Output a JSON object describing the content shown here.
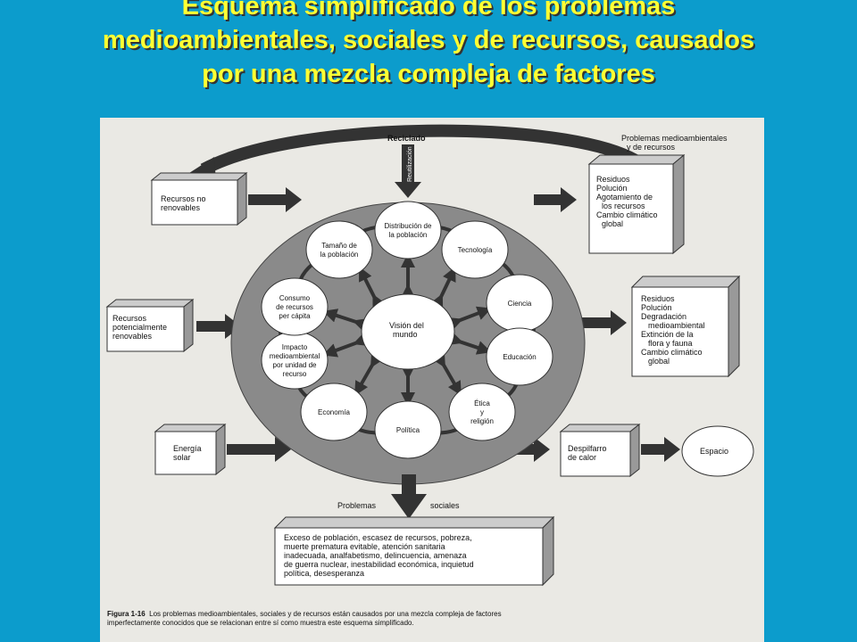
{
  "title": {
    "line1": "Esquema simplificado de los problemas",
    "line2": "medioambientales, sociales y de recursos, causados",
    "line3": "por una mezcla compleja de factores"
  },
  "diagram": {
    "reciclado": "Reciclado",
    "reutilizacion": "Reutilización",
    "problems_env_header": [
      "Problemas medioambientales",
      "y de recursos"
    ],
    "box_recursos_no_renovables": [
      "Recursos no",
      "renovables"
    ],
    "box_recursos_potencialmente": [
      "Recursos",
      "potencialmente",
      "renovables"
    ],
    "box_energia_solar": [
      "Energía",
      "solar"
    ],
    "box_out_top": [
      "Residuos",
      "Polución",
      "Agotamiento de",
      "los recursos",
      "Cambio climático",
      "global"
    ],
    "box_out_mid": [
      "Residuos",
      "Polución",
      "Degradación",
      "medioambiental",
      "Extinción de la",
      "flora y fauna",
      "Cambio climático",
      "global"
    ],
    "box_despilfarro": [
      "Despilfarro",
      "de calor"
    ],
    "espacio": "Espacio",
    "center": [
      "Visión del",
      "mundo"
    ],
    "circles": [
      {
        "key": "distribucion",
        "lines": [
          "Distribución de",
          "la población"
        ]
      },
      {
        "key": "tecnologia",
        "lines": [
          "Tecnología"
        ]
      },
      {
        "key": "ciencia",
        "lines": [
          "Ciencia"
        ]
      },
      {
        "key": "educacion",
        "lines": [
          "Educación"
        ]
      },
      {
        "key": "etica",
        "lines": [
          "Ética",
          "y",
          "religión"
        ]
      },
      {
        "key": "politica",
        "lines": [
          "Política"
        ]
      },
      {
        "key": "economia",
        "lines": [
          "Economía"
        ]
      },
      {
        "key": "impacto",
        "lines": [
          "Impacto",
          "medioambiental",
          "por unidad de",
          "recurso"
        ]
      },
      {
        "key": "consumo",
        "lines": [
          "Consumo",
          "de recursos",
          "per cápita"
        ]
      },
      {
        "key": "tamano",
        "lines": [
          "Tamaño de",
          "la población"
        ]
      }
    ],
    "problemas": "Problemas",
    "sociales": "sociales",
    "social_box": [
      "Exceso de población, escasez de recursos, pobreza,",
      "muerte prematura evitable, atención sanitaria",
      "inadecuada, analfabetismo, delincuencia, amenaza",
      "de guerra nuclear, inestabilidad económica, inquietud",
      "política, desesperanza"
    ],
    "caption_label": "Figura 1-16",
    "caption_line1": "Los problemas medioambientales, sociales y de recursos están causados por una mezcla compleja de factores",
    "caption_line2": "imperfectamente conocidos que se relacionan entre sí como muestra este esquema simplificado."
  },
  "colors": {
    "background": "#0c9ccc",
    "title": "#ffff33",
    "figure_bg": "#eae9e4",
    "disc": "#8a8a8a",
    "arrow": "#333333"
  }
}
